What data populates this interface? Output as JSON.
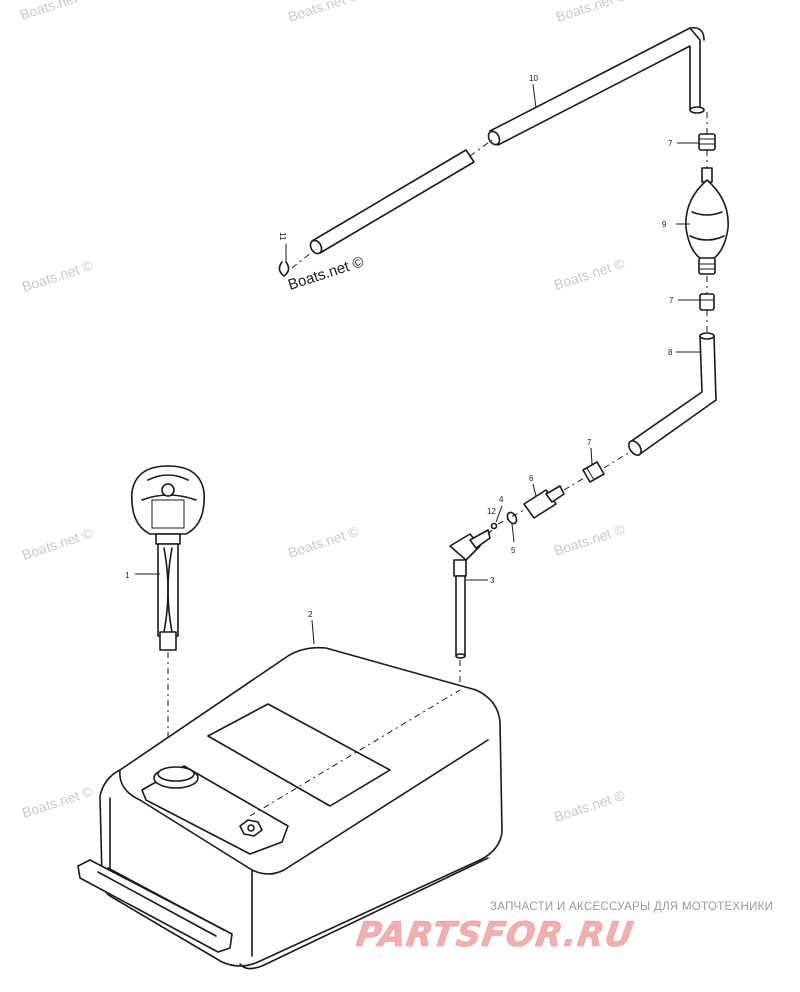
{
  "watermarks": [
    "Boats.net ©",
    "Boats.net ©",
    "Boats.net ©",
    "Boats.net ©",
    "Boats.net ©",
    "Boats.net ©",
    "Boats.net ©",
    "Boats.net ©",
    "Boats.net ©",
    "Boats.net ©"
  ],
  "center_watermark": "Boats.net ©",
  "callouts": [
    "1",
    "2",
    "3",
    "4",
    "5",
    "6",
    "7",
    "7",
    "7",
    "8",
    "9",
    "10",
    "11",
    "12"
  ],
  "brand": {
    "subtitle": "ЗАПЧАСТИ И АКСЕССУАРЫ ДЛЯ МОТОТЕХНИКИ",
    "logo": "PARTSFOR.RU",
    "logo_color": "#f0b0b0"
  },
  "colors": {
    "ink": "#1a1a1a",
    "watermark": "#c9c9c9"
  }
}
